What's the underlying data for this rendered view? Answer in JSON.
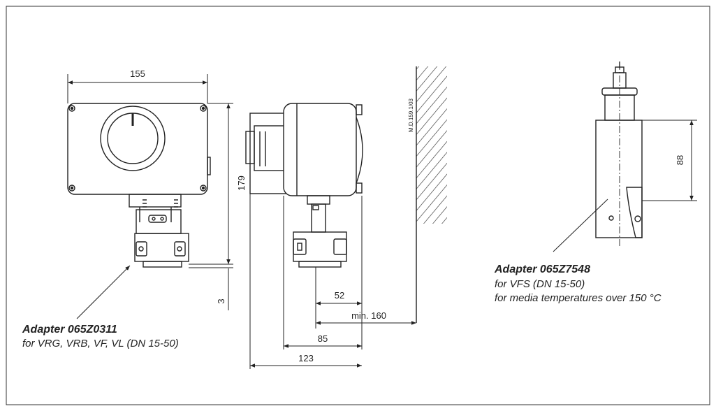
{
  "dimensions": {
    "width_155": "155",
    "height_179": "179",
    "gap_3": "3",
    "depth_52": "52",
    "min_160": "min. 160",
    "depth_85": "85",
    "depth_123": "123",
    "length_88": "88"
  },
  "drawing_code": "M.D.159.1/03",
  "captions": {
    "left": {
      "title": "Adapter 065Z0311",
      "line1": "for VRG, VRB, VF, VL (DN 15-50)"
    },
    "right": {
      "title": "Adapter 065Z7548",
      "line1": "for VFS (DN 15-50)",
      "line2": "for media temperatures over 150 °C"
    }
  }
}
